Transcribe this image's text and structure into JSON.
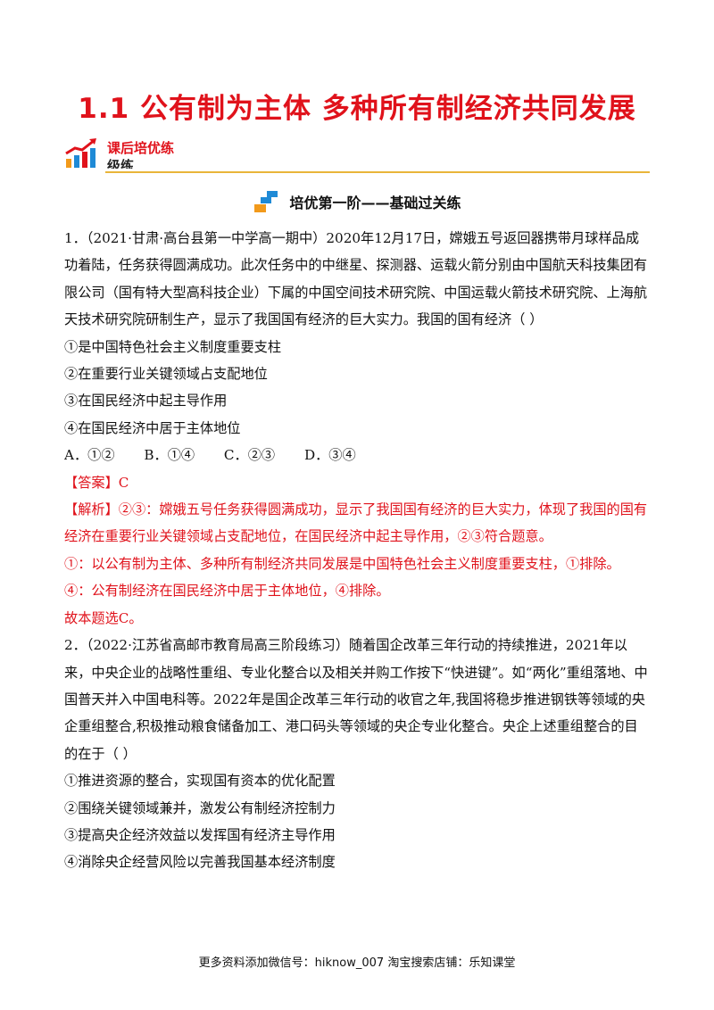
{
  "title": "1.1 公有制为主体 多种所有制经济共同发展",
  "section": {
    "label_line1": "课后培优练",
    "label_line2": "级练"
  },
  "stage": {
    "heading": "培优第一阶——基础过关练"
  },
  "q1": {
    "stem": "1．（2021·甘肃·高台县第一中学高一期中）2020年12月17日，嫦娥五号返回器携带月球样品成功着陆，任务获得圆满成功。此次任务中的中继星、探测器、运载火箭分别由中国航天科技集团有限公司（国有特大型高科技企业）下属的中国空间技术研究院、中国运载火箭技术研究院、上海航天技术研究院研制生产，显示了我国国有经济的巨大实力。我国的国有经济（  ）",
    "items": [
      "①是中国特色社会主义制度重要支柱",
      "②在重要行业关键领域占支配地位",
      "③在国民经济中起主导作用",
      "④在国民经济中居于主体地位"
    ],
    "options": [
      "A．①②",
      "B．①④",
      "C．②③",
      "D．③④"
    ],
    "answer": "【答案】C",
    "analysis_1": "【解析】②③：嫦娥五号任务获得圆满成功，显示了我国国有经济的巨大实力，体现了我国的国有经济在重要行业关键领域占支配地位，在国民经济中起主导作用，②③符合题意。",
    "analysis_2": "①：以公有制为主体、多种所有制经济共同发展是中国特色社会主义制度重要支柱，①排除。",
    "analysis_3": "④：公有制经济在国民经济中居于主体地位，④排除。",
    "analysis_4": "故本题选C。"
  },
  "q2": {
    "stem": "2．（2022·江苏省高邮市教育局高三阶段练习）随着国企改革三年行动的持续推进，2021年以来，中央企业的战略性重组、专业化整合以及相关并购工作按下“快进键”。如“两化”重组落地、中国普天并入中国电科等。2022年是国企改革三年行动的收官之年,我国将稳步推进钢铁等领域的央企重组整合,积极推动粮食储备加工、港口码头等领域的央企专业化整合。央企上述重组整合的目的在于（  ）",
    "items": [
      "①推进资源的整合，实现国有资本的优化配置",
      "②围绕关键领域兼并，激发公有制经济控制力",
      "③提高央企经济效益以发挥国有经济主导作用",
      "④消除央企经营风险以完善我国基本经济制度"
    ]
  },
  "footer": "更多资料添加微信号：hiknow_007 淘宝搜索店铺：乐知课堂",
  "colors": {
    "accent": "#e0121b",
    "rule": "#e9b53a",
    "icon_blue": "#1f8ad6",
    "icon_orange": "#f29a1b"
  }
}
